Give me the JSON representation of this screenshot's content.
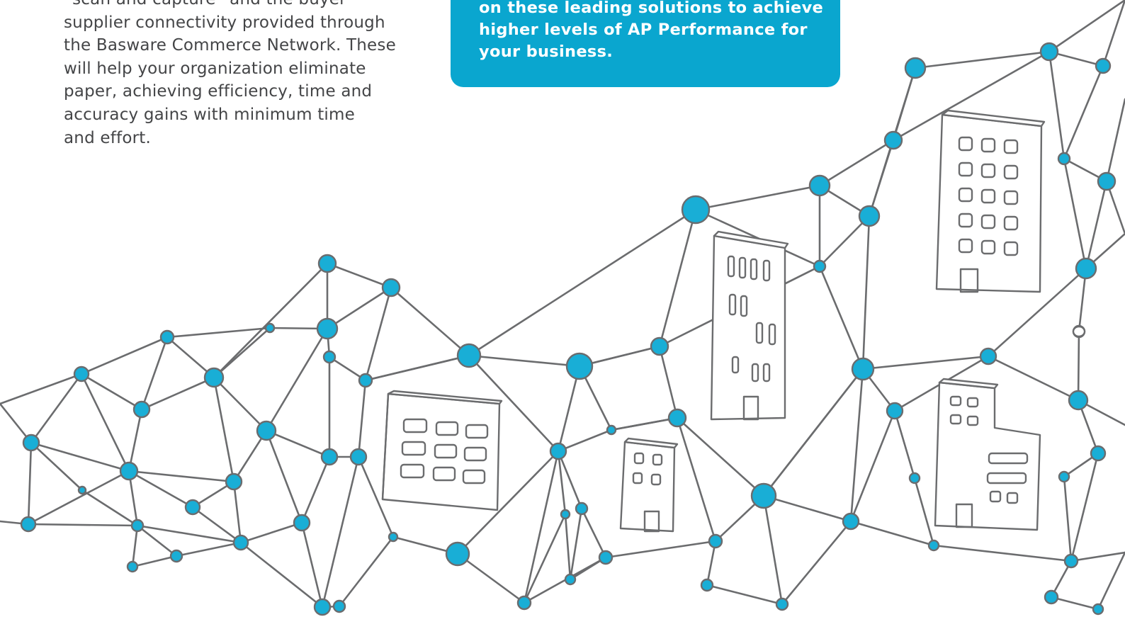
{
  "body_text": {
    "lines": [
      "“scan and capture” and the buyer",
      "supplier connectivity provided through",
      "the Basware Commerce Network. These",
      "will help your organization eliminate",
      "paper, achieving efficiency, time and",
      "accuracy gains with minimum time",
      "and effort."
    ]
  },
  "callout": {
    "lines": [
      "on these leading solutions to achieve",
      "higher levels of AP Performance for",
      "your business."
    ]
  },
  "colors": {
    "callout_bg": "#0aa6cf",
    "node_fill": "#19aed6",
    "line": "#6b6c6e",
    "text": "#444547"
  },
  "illustration": {
    "icons": [
      "network-node-icon",
      "building-icon"
    ]
  }
}
